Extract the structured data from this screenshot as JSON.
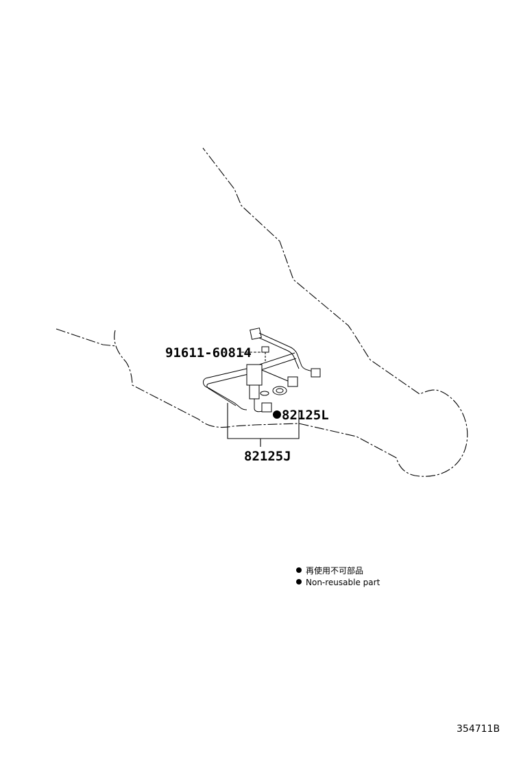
{
  "parts": [
    {
      "id": "bolt",
      "number": "91611-60814"
    },
    {
      "id": "gasket",
      "number": "82125L",
      "non_reusable": true
    },
    {
      "id": "harness",
      "number": "82125J"
    }
  ],
  "legend": {
    "non_reusable_ja": "再使用不可部品",
    "non_reusable_en": "Non-reusable part"
  },
  "figure_code": "354711B"
}
